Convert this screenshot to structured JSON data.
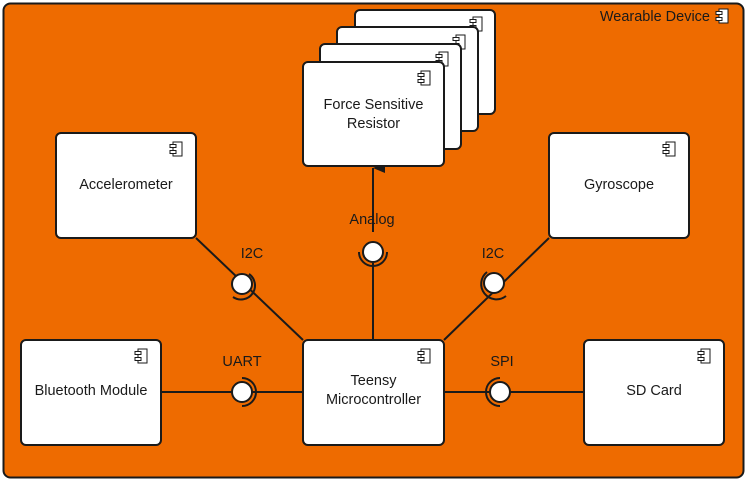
{
  "container": {
    "title": "Wearable Device",
    "icon": "component-icon",
    "fill_color": "#EE6B00",
    "border_color": "#1a1a1a"
  },
  "components": {
    "fsr": {
      "lines": [
        "Force Sensitive",
        "Resistor"
      ],
      "icon": "component-icon",
      "multiplicity_stack": 4
    },
    "accelerometer": {
      "lines": [
        "Accelerometer"
      ],
      "icon": "component-icon"
    },
    "gyroscope": {
      "lines": [
        "Gyroscope"
      ],
      "icon": "component-icon"
    },
    "bluetooth": {
      "lines": [
        "Bluetooth Module"
      ],
      "icon": "component-icon"
    },
    "teensy": {
      "lines": [
        "Teensy",
        "Microcontroller"
      ],
      "icon": "component-icon"
    },
    "sdcard": {
      "lines": [
        "SD Card"
      ],
      "icon": "component-icon"
    }
  },
  "interfaces": {
    "i2c_left": {
      "label": "I2C",
      "from": "Accelerometer",
      "to": "Teensy Microcontroller"
    },
    "analog": {
      "label": "Analog",
      "from": "Teensy Microcontroller",
      "to": "Force Sensitive Resistor",
      "arrow": "to-fsr"
    },
    "i2c_right": {
      "label": "I2C",
      "from": "Gyroscope",
      "to": "Teensy Microcontroller"
    },
    "uart": {
      "label": "UART",
      "from": "Bluetooth Module",
      "to": "Teensy Microcontroller"
    },
    "spi": {
      "label": "SPI",
      "from": "Teensy Microcontroller",
      "to": "SD Card"
    }
  },
  "colors": {
    "box_fill": "#ffffff",
    "stroke": "#1a1a1a",
    "text": "#1a1a1a"
  }
}
